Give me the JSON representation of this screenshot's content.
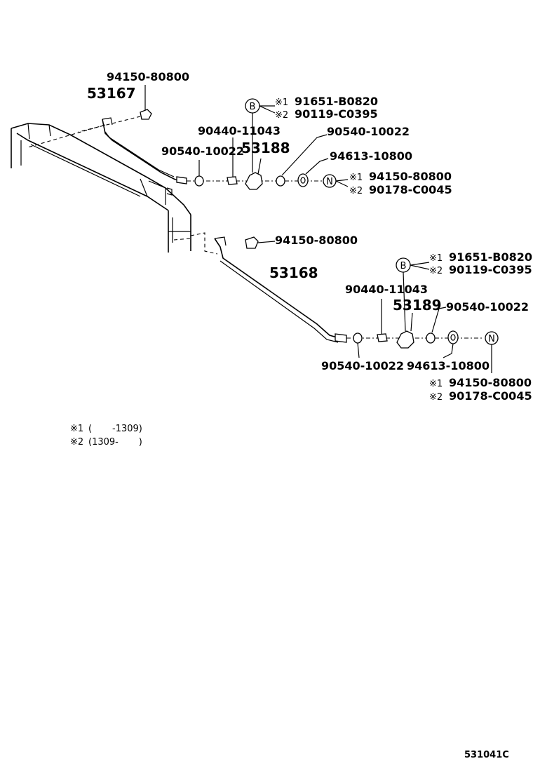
{
  "upper_group": {
    "tube_no": "53167",
    "tube_nut_no": "94150-80800",
    "bolt_marker": "B",
    "bolt_alt1_mark": "※1",
    "bolt_alt1_no": "91651-B0820",
    "bolt_alt2_mark": "※2",
    "bolt_alt2_no": "90119-C0395",
    "spacer_no": "90440-11043",
    "bracket_no": "53188",
    "washer_left_no": "90540-10022",
    "washer_right_no": "90540-10022",
    "grommet_no": "94613-10800",
    "nut_marker": "N",
    "nut_alt1_mark": "※1",
    "nut_alt1_no": "94150-80800",
    "nut_alt2_mark": "※2",
    "nut_alt2_no": "90178-C0045"
  },
  "lower_group": {
    "tube_no": "53168",
    "tube_nut_no": "94150-80800",
    "bolt_marker": "B",
    "bolt_alt1_mark": "※1",
    "bolt_alt1_no": "91651-B0820",
    "bolt_alt2_mark": "※2",
    "bolt_alt2_no": "90119-C0395",
    "spacer_no": "90440-11043",
    "bracket_no": "53189",
    "washer_top_no": "90540-10022",
    "washer_bottom_no": "90540-10022",
    "grommet_no": "94613-10800",
    "nut_marker": "N",
    "nut_alt1_mark": "※1",
    "nut_alt1_no": "94150-80800",
    "nut_alt2_mark": "※2",
    "nut_alt2_no": "90178-C0045"
  },
  "notes": {
    "note1_mark": "※1",
    "note1_range": "(       -1309)",
    "note2_mark": "※2",
    "note2_range": "(1309-       )"
  },
  "figure_ref": "531041C"
}
